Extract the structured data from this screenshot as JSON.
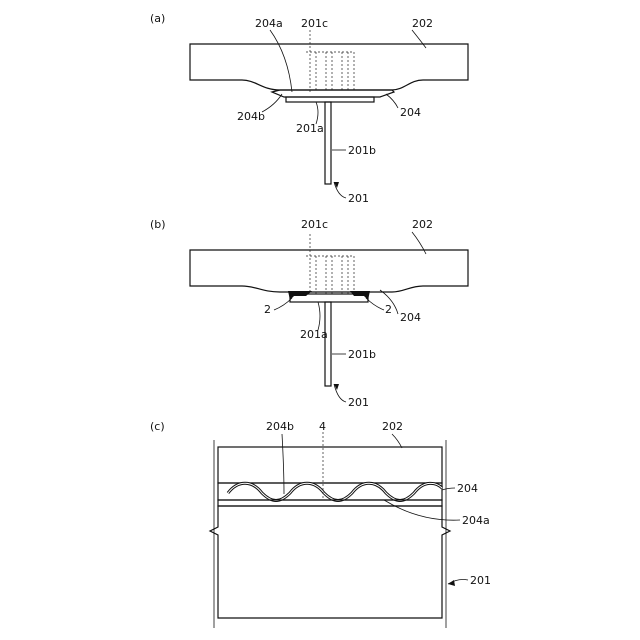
{
  "panels": {
    "a": {
      "label": "(a)",
      "refs": {
        "r204a": "204a",
        "r201c": "201c",
        "r202": "202",
        "r204b": "204b",
        "r201a": "201a",
        "r204": "204",
        "r201b": "201b",
        "r201": "201"
      }
    },
    "b": {
      "label": "(b)",
      "refs": {
        "r201c": "201c",
        "r202": "202",
        "r2_left": "2",
        "r2_right": "2",
        "r204": "204",
        "r201a": "201a",
        "r201b": "201b",
        "r201": "201"
      }
    },
    "c": {
      "label": "(c)",
      "refs": {
        "r204b": "204b",
        "r4": "4",
        "r202": "202",
        "r204": "204",
        "r204a": "204a",
        "r201": "201"
      }
    }
  },
  "colors": {
    "line": "#111111",
    "hatch": "#333333",
    "metal_fill": "#8a8a8a",
    "solder_fill": "#111111"
  }
}
